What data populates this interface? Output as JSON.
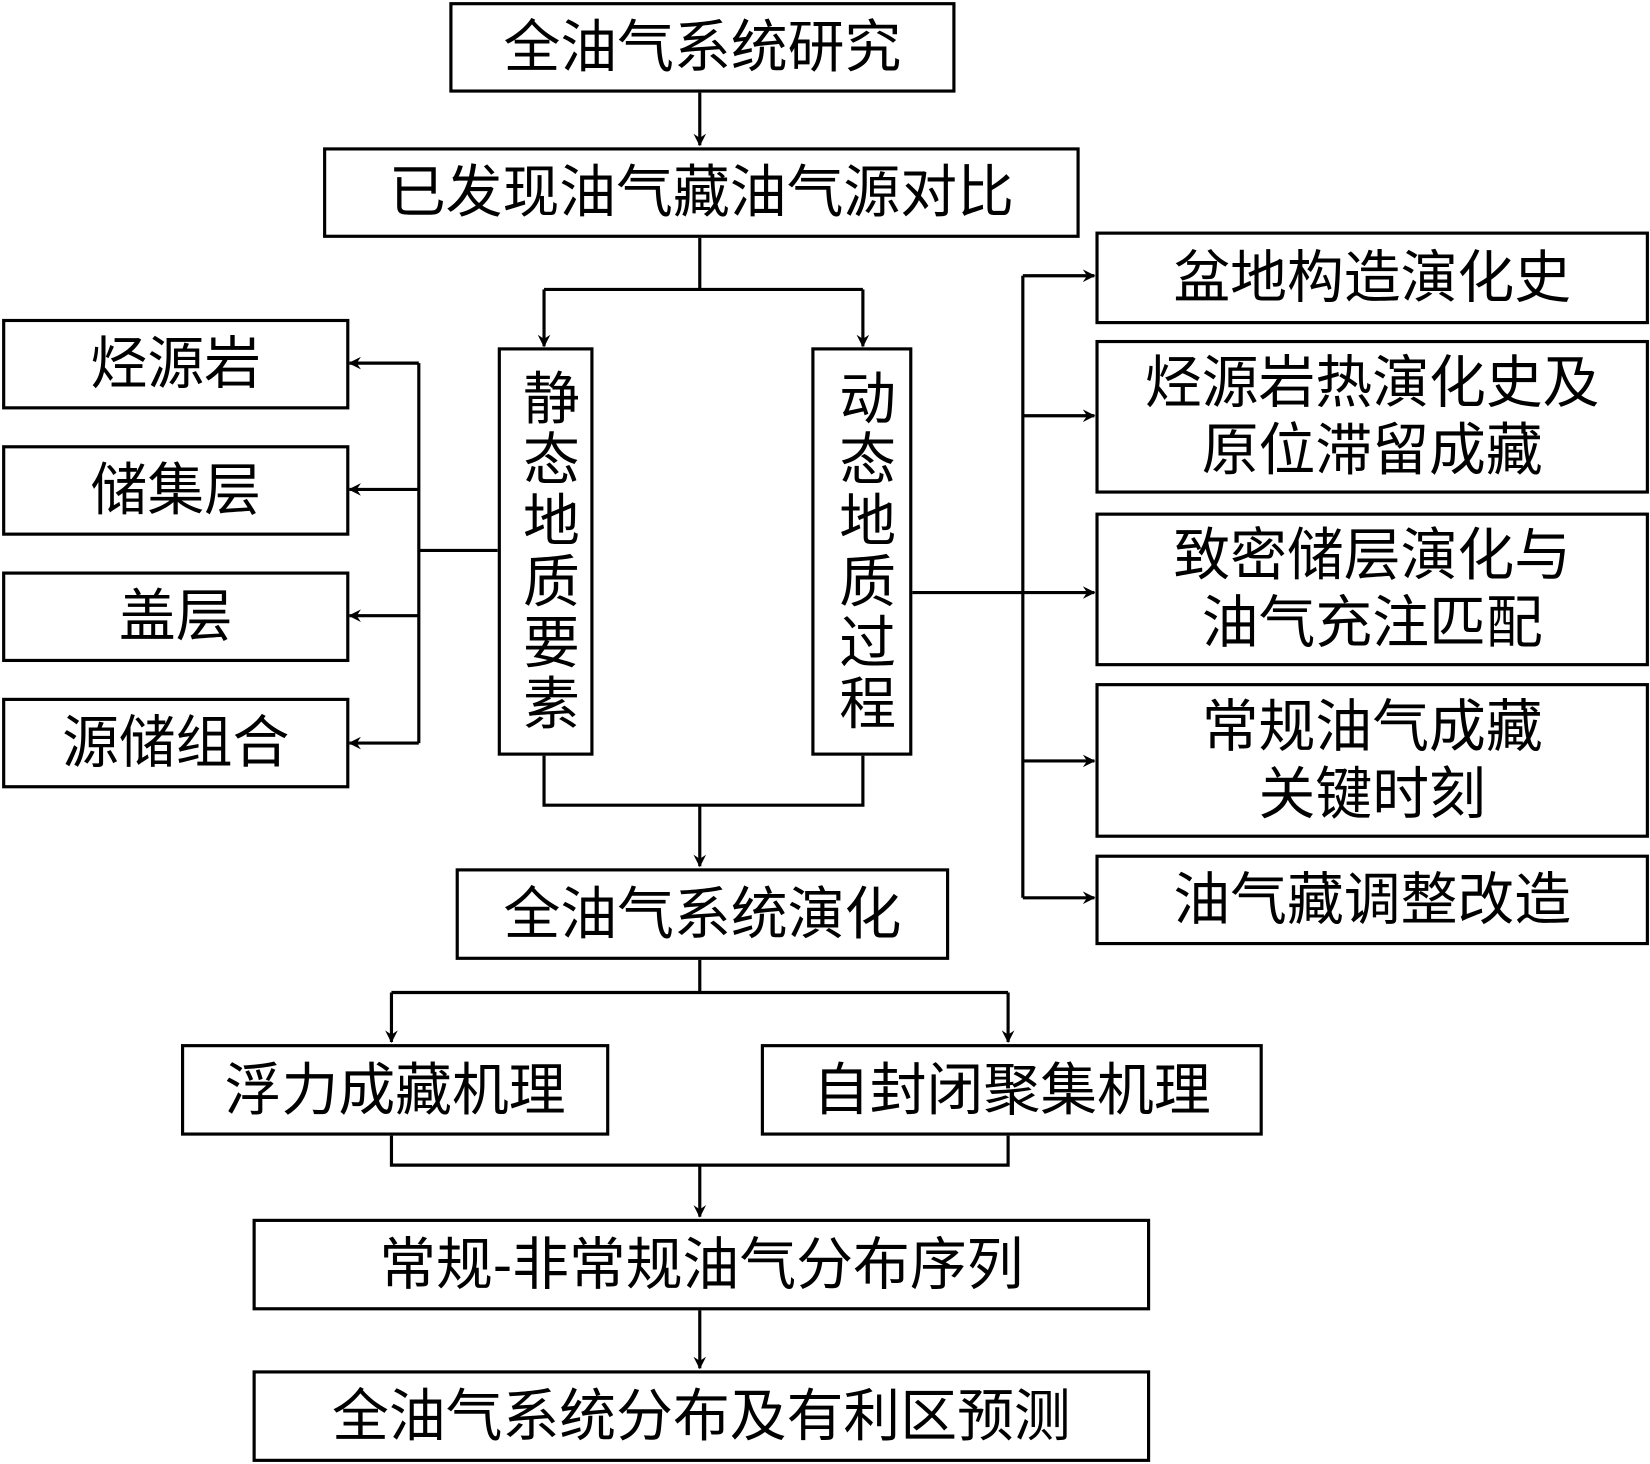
{
  "top": "全油气系统研究",
  "source_comparison": "已发现油气藏油气源对比",
  "static_factors": "静态地质要素",
  "dynamic_processes": "动态地质过程",
  "static_items": [
    "烃源岩",
    "储集层",
    "盖层",
    "源储组合"
  ],
  "dynamic_items": [
    "盆地构造演化史",
    "烃源岩热演化史及\n原位滞留成藏",
    "致密储层演化与\n油气充注匹配",
    "常规油气成藏\n关键时刻",
    "油气藏调整改造"
  ],
  "evolution": "全油气系统演化",
  "mechanisms": [
    "浮力成藏机理",
    "自封闭聚集机理"
  ],
  "sequence": "常规-非常规油气分布序列",
  "prediction": "全油气系统分布及有利区预测"
}
